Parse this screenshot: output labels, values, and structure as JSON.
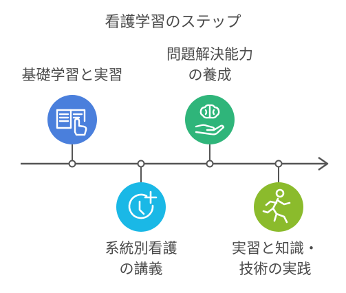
{
  "title": "看護学習のステップ",
  "steps": [
    {
      "lines": [
        "基礎学習と実習"
      ],
      "color": "#4a7fdc",
      "icon": "book-hand-icon",
      "position": "above"
    },
    {
      "lines": [
        "系統別看護",
        "の講義"
      ],
      "color": "#1ab8e6",
      "icon": "timer-plus-icon",
      "position": "below"
    },
    {
      "lines": [
        "問題解決能力",
        "の養成"
      ],
      "color": "#2fb57a",
      "icon": "brain-hand-icon",
      "position": "above"
    },
    {
      "lines": [
        "実習と知識・",
        "技術の実践"
      ],
      "color": "#8bbb2c",
      "icon": "running-person-icon",
      "position": "below"
    }
  ]
}
